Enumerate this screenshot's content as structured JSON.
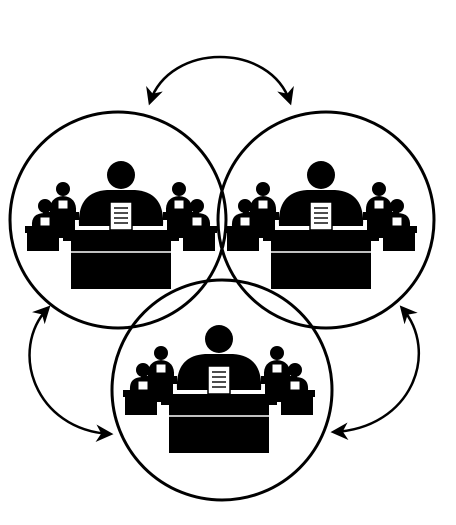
{
  "diagram": {
    "colors": {
      "ink": "#000000",
      "paper": "#ffffff"
    },
    "groups": [
      {
        "id": "group-top-left",
        "icon": "classroom-icon"
      },
      {
        "id": "group-top-right",
        "icon": "classroom-icon"
      },
      {
        "id": "group-bottom",
        "icon": "classroom-icon"
      }
    ],
    "connectors": [
      {
        "id": "arrow-top",
        "from": "group-top-left",
        "to": "group-top-right",
        "icon": "double-headed-curved-arrow-icon"
      },
      {
        "id": "arrow-left",
        "from": "group-top-left",
        "to": "group-bottom",
        "icon": "double-headed-curved-arrow-icon"
      },
      {
        "id": "arrow-right",
        "from": "group-top-right",
        "to": "group-bottom",
        "icon": "double-headed-curved-arrow-icon"
      }
    ]
  }
}
